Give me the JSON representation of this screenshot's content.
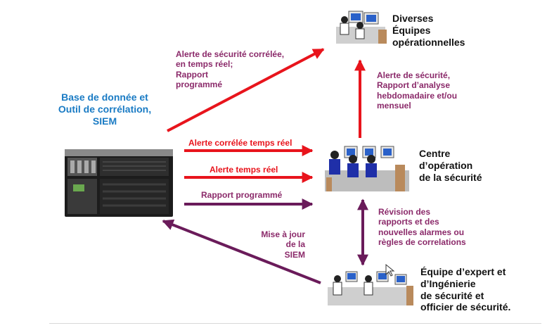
{
  "colors": {
    "red": "#e8141c",
    "purple": "#6a1b5a",
    "blue_text": "#1a7bc4",
    "label_purple": "#8b2a6a"
  },
  "siem": {
    "title_lines": [
      "Base de donnée et",
      "Outil de corrélation,",
      "SIEM"
    ],
    "icon": "server-rack-icon"
  },
  "teams": {
    "ops": {
      "lines": [
        "Diverses",
        "Équipes",
        "opérationnelles"
      ],
      "icon": "workstation-group-icon"
    },
    "soc": {
      "lines": [
        "Centre",
        "d’opération",
        "de la sécurité"
      ],
      "icon": "workstation-group-icon"
    },
    "experts": {
      "lines": [
        "Équipe d’expert et",
        "d’Ingénierie",
        "de sécurité et",
        "officier de sécurité."
      ],
      "icon": "workstation-group-icon"
    }
  },
  "labels": {
    "siem_to_ops": [
      "Alerte de sécurité corrélée,",
      "en temps réel;",
      "Rapport",
      "programmé"
    ],
    "soc_to_ops": [
      "Alerte de sécurité,",
      "Rapport d’analyse",
      "hebdomadaire et/ou",
      "mensuel"
    ],
    "correlated_realtime": "Alerte corrélée temps réel",
    "realtime": "Alerte temps réel",
    "scheduled_report": "Rapport programmé",
    "soc_experts": [
      "Révision des",
      "rapports et des",
      "nouvelles alarmes ou",
      "règles de correlations"
    ],
    "siem_update": [
      "Mise à jour",
      "de la",
      "SIEM"
    ]
  }
}
